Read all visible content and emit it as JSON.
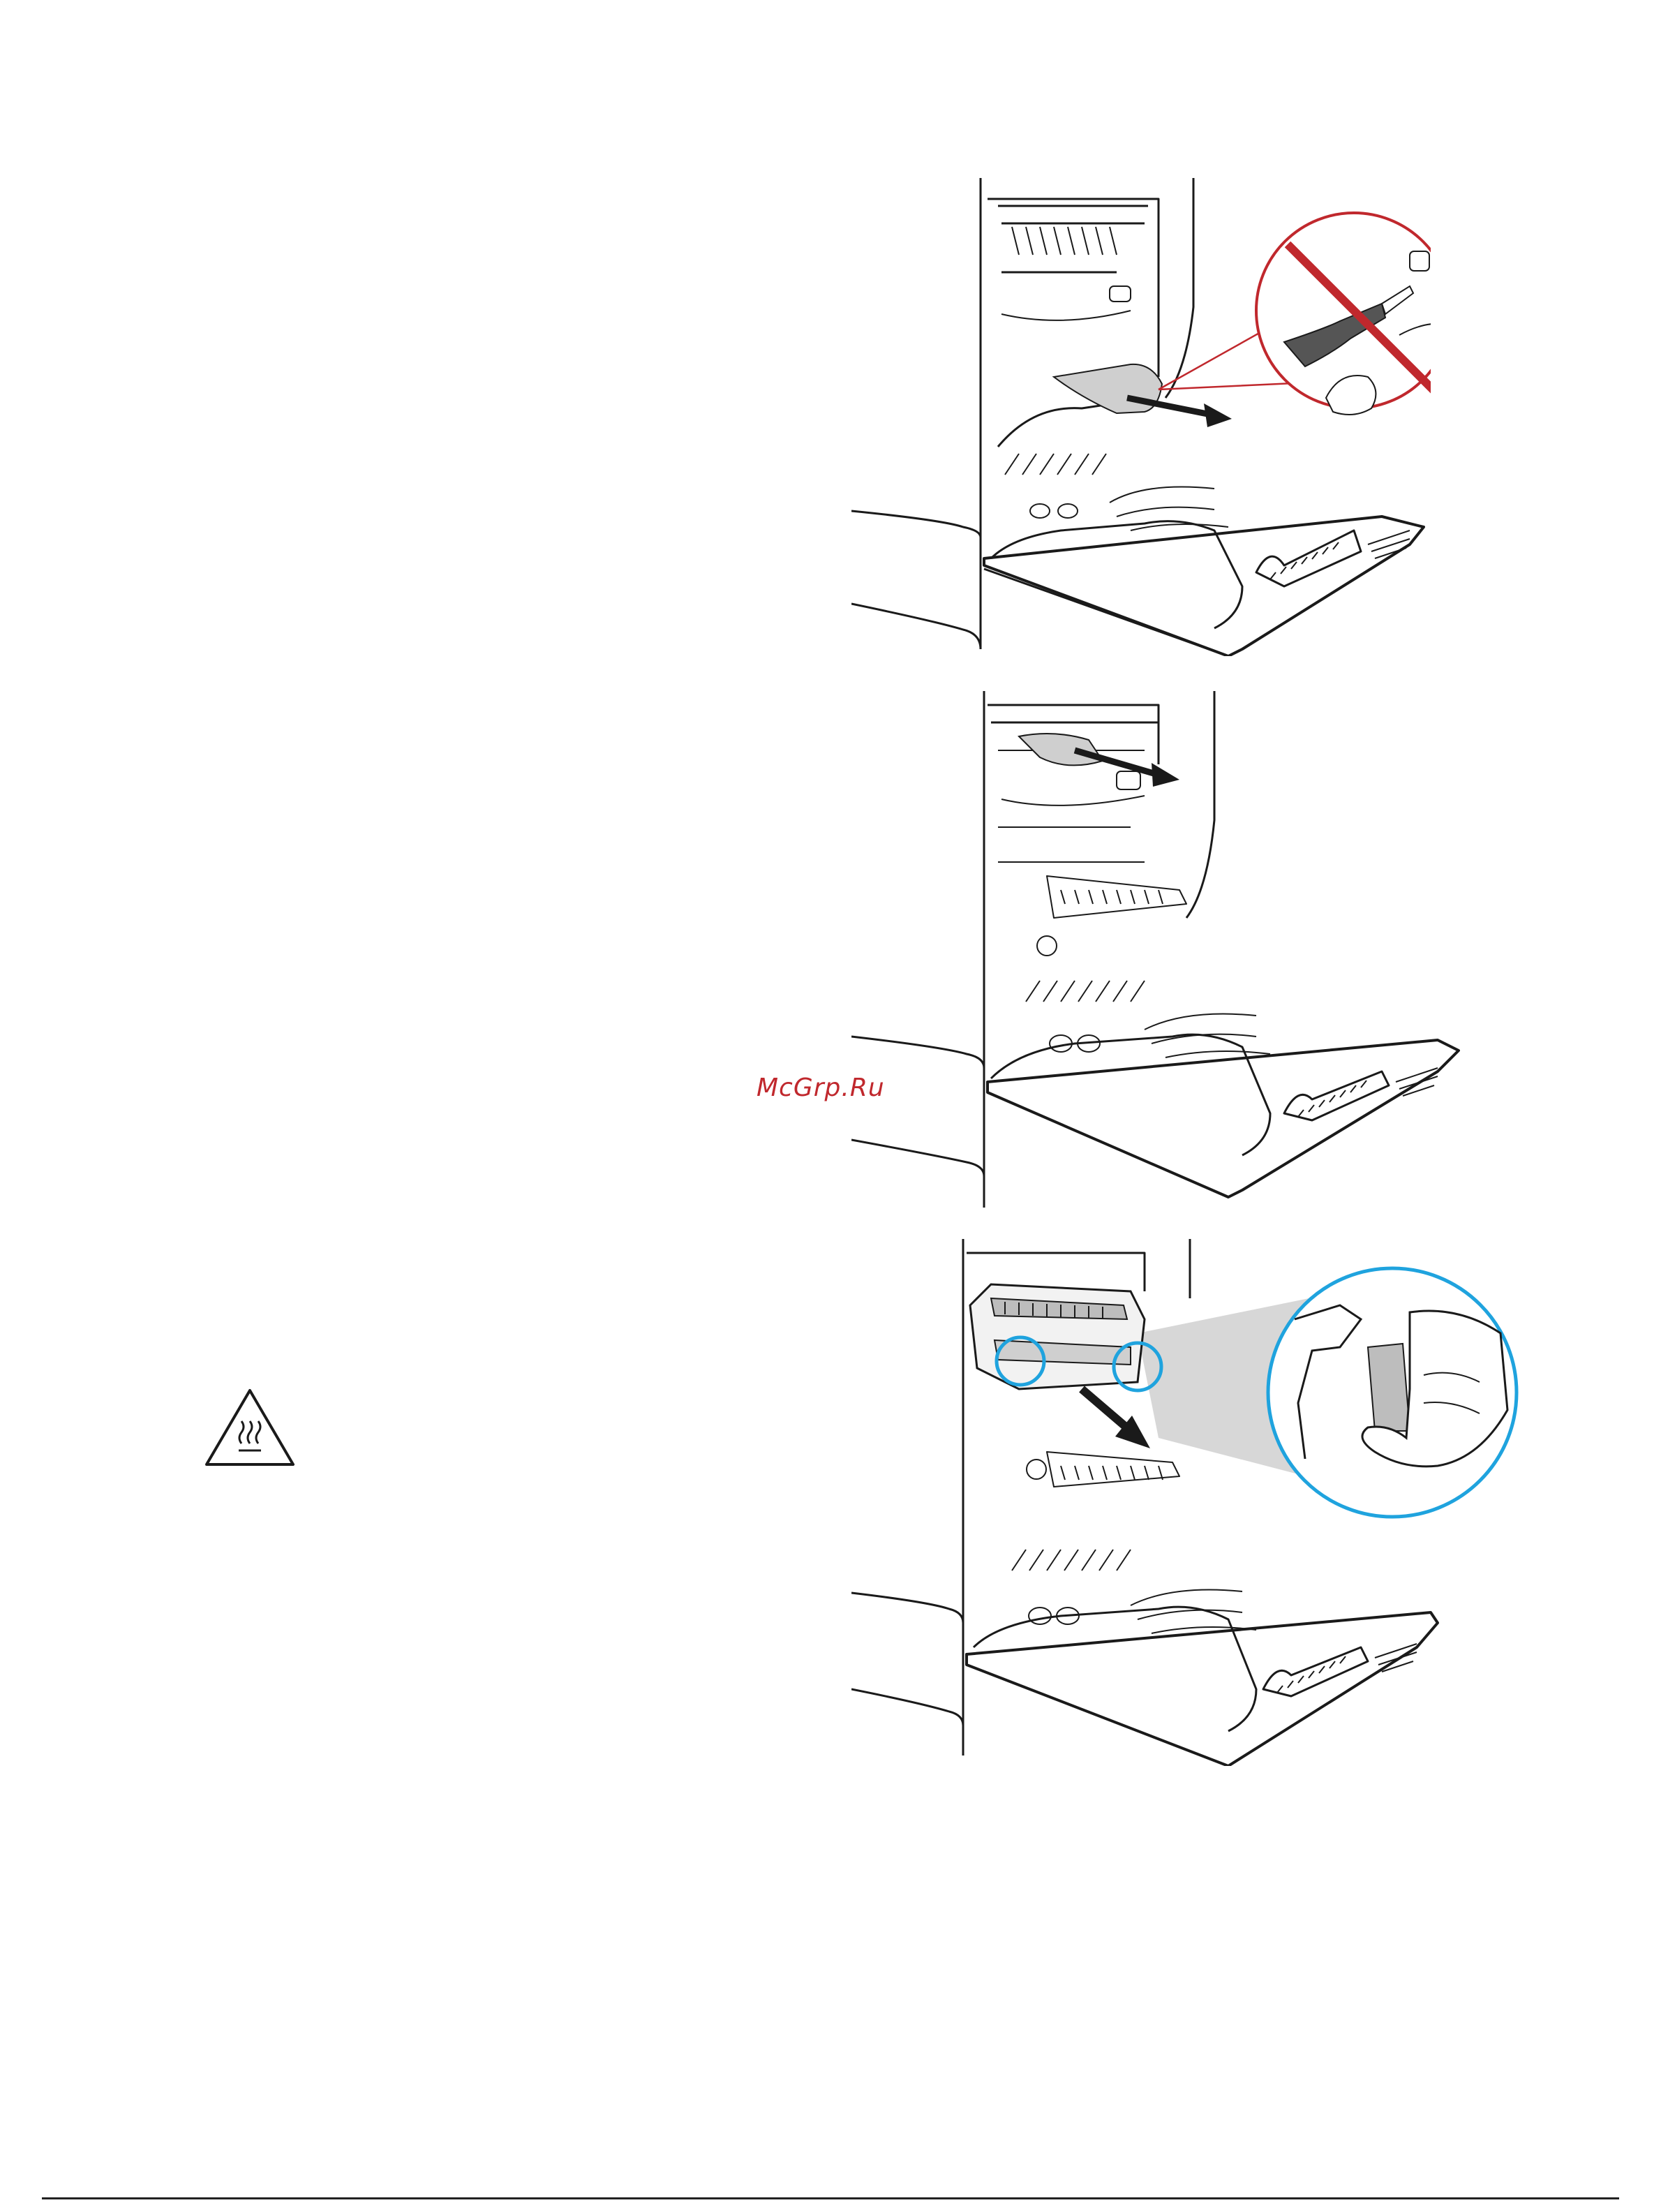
{
  "watermark": {
    "text": "McGrp.Ru",
    "color": "#c0282d"
  },
  "colors": {
    "prohibition_red": "#c0282d",
    "highlight_blue": "#1fa3de",
    "line": "#1a1a1a"
  },
  "illustrations": [
    {
      "name": "step-remove-paper-from-fuser-area",
      "icons": [
        "jammed-paper-sheet",
        "pull-arrow",
        "prohibition-magnifier"
      ]
    },
    {
      "name": "step-remove-paper-from-upper-area",
      "icons": [
        "jammed-paper-sheet",
        "pull-arrow"
      ]
    },
    {
      "name": "step-remove-fuser",
      "icons": [
        "fuser-unit",
        "pull-arrow",
        "handle-magnifier"
      ]
    }
  ],
  "warning_icon": "hot-surface-icon"
}
